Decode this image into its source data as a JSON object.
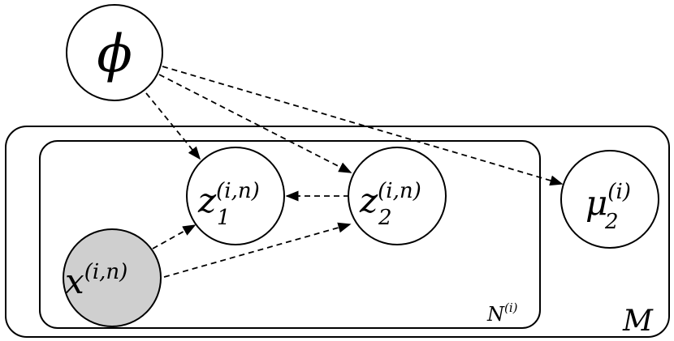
{
  "diagram": {
    "nodes": {
      "phi": {
        "base": "ϕ",
        "sub": "",
        "sup": ""
      },
      "z1": {
        "base": "z",
        "sub": "1",
        "sup": "(i,n)"
      },
      "z2": {
        "base": "z",
        "sub": "2",
        "sup": "(i,n)"
      },
      "mu2": {
        "base": "μ",
        "sub": "2",
        "sup": "(i)"
      },
      "x": {
        "base": "x",
        "sub": "",
        "sup": "(i,n)",
        "observed": true
      }
    },
    "plates": {
      "outer": {
        "label": "M"
      },
      "inner": {
        "label_base": "N",
        "label_sup": "(i)"
      }
    },
    "edges": [
      {
        "from": "phi",
        "to": "z1",
        "style": "dashed"
      },
      {
        "from": "phi",
        "to": "z2",
        "style": "dashed"
      },
      {
        "from": "phi",
        "to": "mu2",
        "style": "dashed"
      },
      {
        "from": "z2",
        "to": "z1",
        "style": "dashed"
      },
      {
        "from": "x",
        "to": "z1",
        "style": "dashed"
      },
      {
        "from": "x",
        "to": "z2",
        "style": "dashed"
      }
    ]
  }
}
